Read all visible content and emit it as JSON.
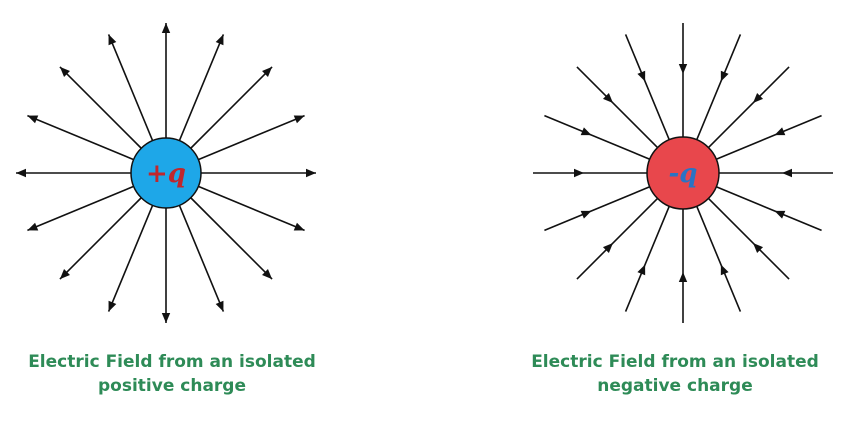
{
  "diagrams": [
    {
      "id": "positive",
      "charge_label": "+q",
      "fill_color": "#1ea7e8",
      "label_color": "#c0272d",
      "field_direction": "outward",
      "line_count": 16,
      "caption": [
        "Electric Field from an isolated",
        "positive charge"
      ]
    },
    {
      "id": "negative",
      "charge_label": "-q",
      "fill_color": "#e8474c",
      "label_color": "#2a73c4",
      "field_direction": "inward",
      "line_count": 16,
      "caption": [
        "Electric Field from an isolated",
        "negative charge"
      ]
    }
  ],
  "colors": {
    "line": "#111111",
    "caption": "#2e8b57"
  }
}
